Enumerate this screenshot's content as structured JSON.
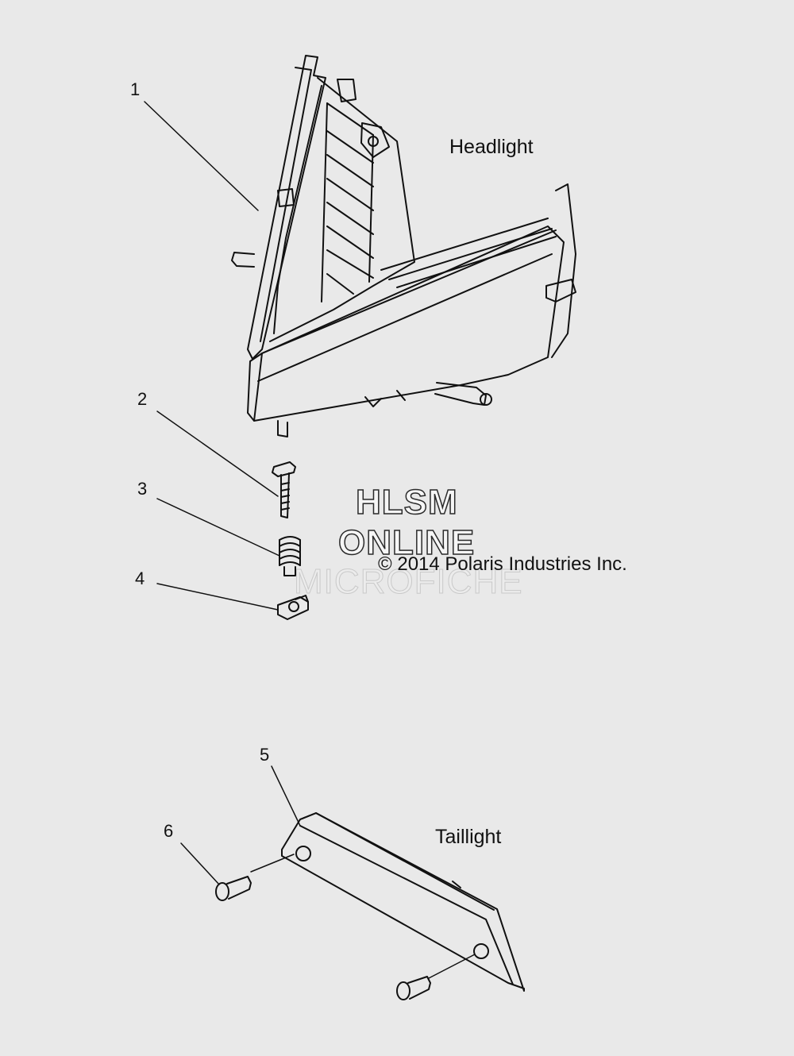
{
  "callouts": [
    "1",
    "2",
    "3",
    "4",
    "5",
    "6"
  ],
  "sections": {
    "headlight": "Headlight",
    "taillight": "Taillight"
  },
  "copyright": "© 2014 Polaris Industries Inc.",
  "watermark": {
    "line1": "HLSM",
    "line2": "ONLINE",
    "line3": "MICROFICHE"
  },
  "colors": {
    "background": "#e9e9e9",
    "line": "#111111"
  }
}
